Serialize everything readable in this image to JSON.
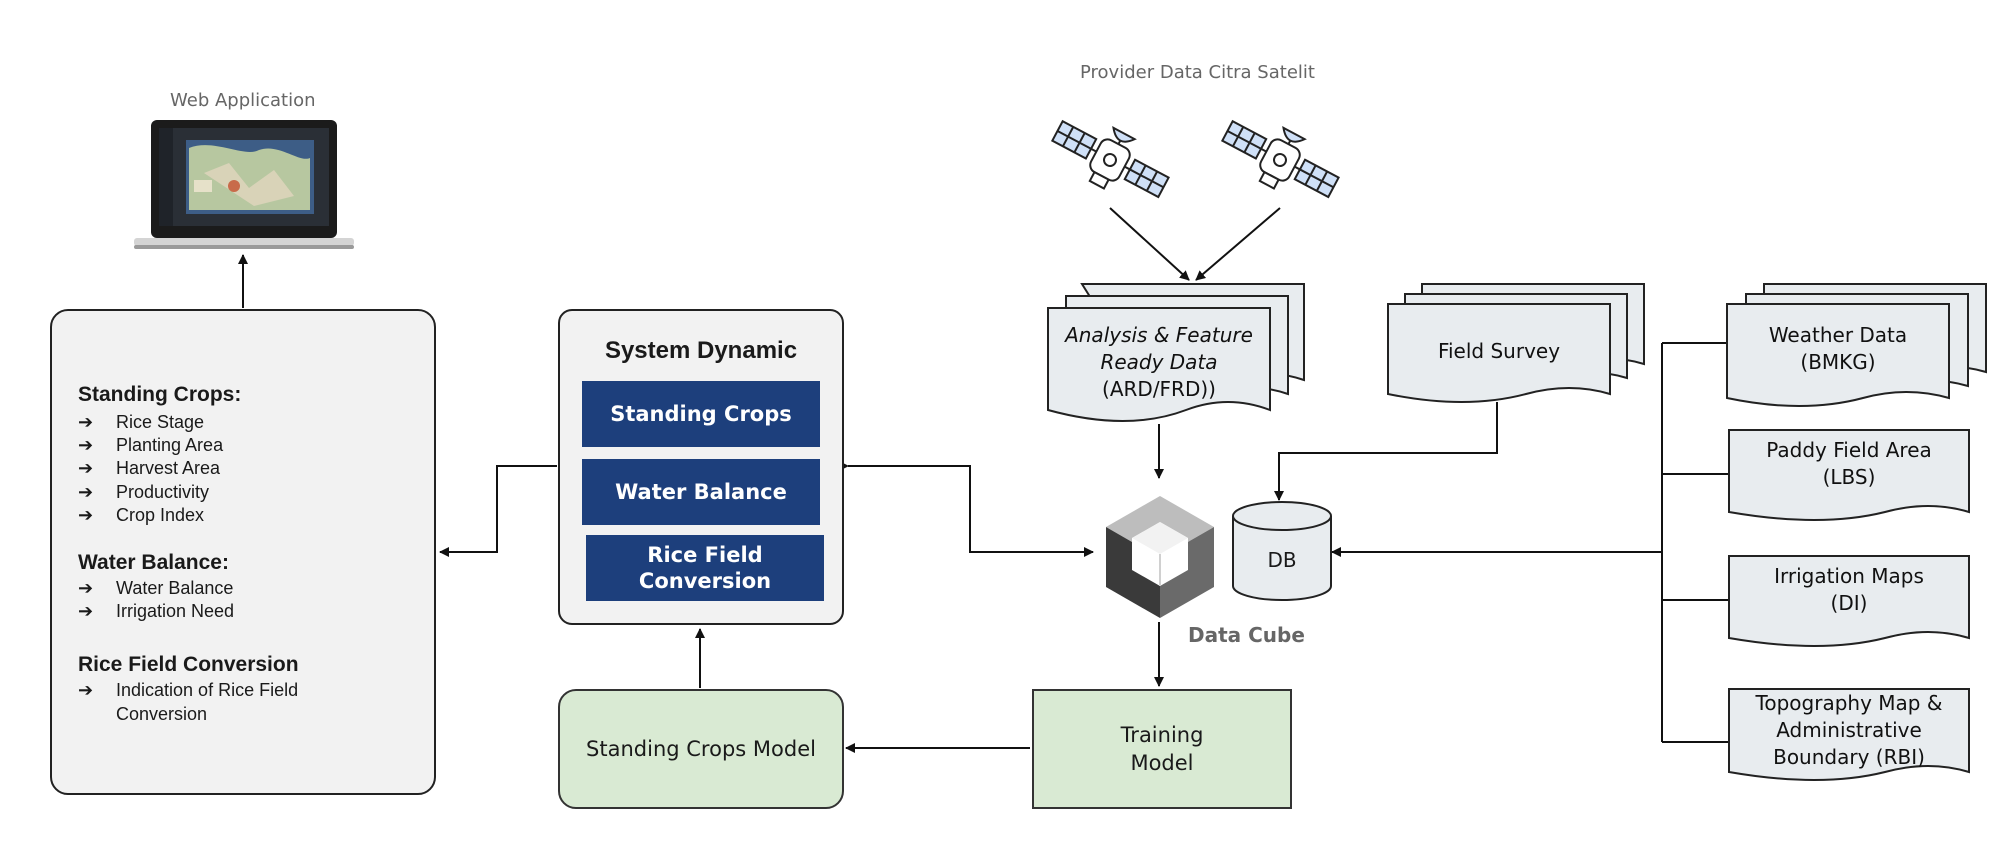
{
  "web_app": {
    "caption": "Web Application"
  },
  "provider": {
    "caption": "Provider Data Citra Satelit"
  },
  "outputs": {
    "standing_crops": {
      "title": "Standing Crops:",
      "items": [
        "Rice Stage",
        "Planting Area",
        "Harvest Area",
        "Productivity",
        "Crop Index"
      ]
    },
    "water_balance": {
      "title": "Water Balance:",
      "items": [
        "Water Balance",
        "Irrigation Need"
      ]
    },
    "rice_field_conversion": {
      "title": "Rice Field Conversion",
      "items": [
        "Indication of Rice Field",
        "Conversion"
      ]
    },
    "arrow_glyph": "➔"
  },
  "system_dynamic": {
    "title": "System Dynamic",
    "modules": [
      "Standing Crops",
      "Water Balance",
      "Rice Field",
      "Conversion"
    ]
  },
  "models": {
    "standing_crops_model": "Standing Crops Model",
    "training_line1": "Training",
    "training_line2": "Model"
  },
  "ard": {
    "line1": "Analysis & Feature",
    "line2": "Ready Data",
    "line3": "(ARD/FRD))"
  },
  "field_survey": "Field Survey",
  "db_label": "DB",
  "data_cube_label": "Data Cube",
  "sources": {
    "weather": [
      "Weather Data",
      "(BMKG)"
    ],
    "paddy": [
      "Paddy Field Area",
      "(LBS)"
    ],
    "irrigation": [
      "Irrigation Maps",
      "(DI)"
    ],
    "topo": [
      "Topography Map &",
      "Administrative",
      "Boundary  (RBI)"
    ]
  },
  "colors": {
    "module_blue": "#1d3f7c",
    "model_green": "#d9ead3",
    "panel_gray": "#f2f2f2",
    "doc_fill": "#e8ecef",
    "satellite_blue": "#cfe0f7"
  }
}
